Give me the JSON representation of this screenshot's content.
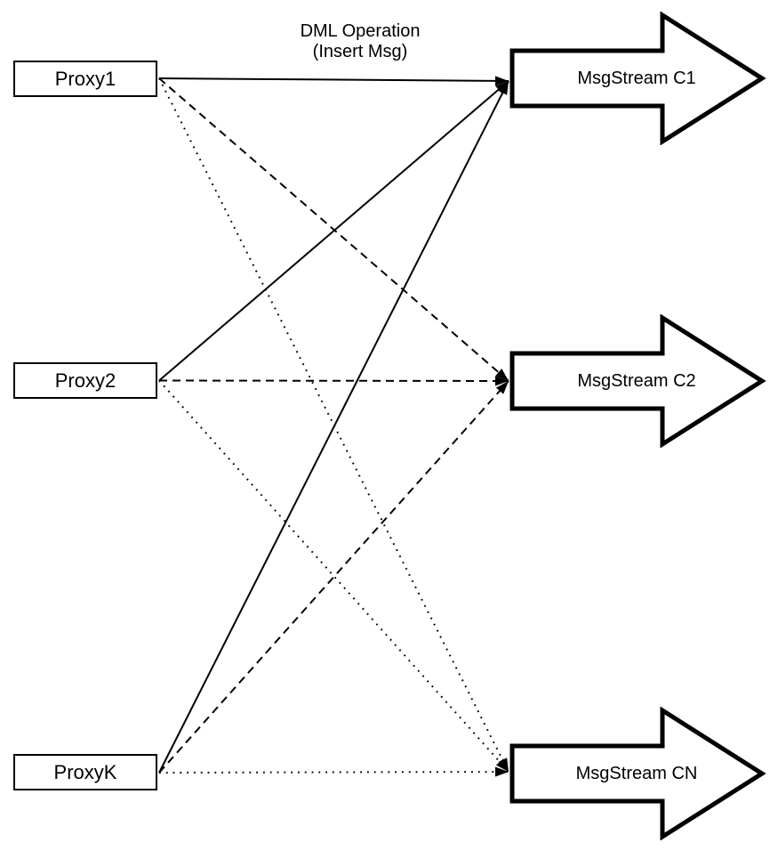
{
  "diagram": {
    "title": {
      "line1": "DML Operation",
      "line2": "(Insert Msg)"
    },
    "proxies": [
      {
        "id": "proxy1",
        "label": "Proxy1"
      },
      {
        "id": "proxy2",
        "label": "Proxy2"
      },
      {
        "id": "proxyk",
        "label": "ProxyK"
      }
    ],
    "streams": [
      {
        "id": "c1",
        "label": "MsgStream C1"
      },
      {
        "id": "c2",
        "label": "MsgStream C2"
      },
      {
        "id": "cn",
        "label": "MsgStream CN"
      }
    ],
    "edges": [
      {
        "from": "proxy1",
        "to": "c1",
        "style": "solid"
      },
      {
        "from": "proxy2",
        "to": "c1",
        "style": "solid"
      },
      {
        "from": "proxyk",
        "to": "c1",
        "style": "solid"
      },
      {
        "from": "proxy1",
        "to": "c2",
        "style": "dashed"
      },
      {
        "from": "proxy2",
        "to": "c2",
        "style": "dashed"
      },
      {
        "from": "proxyk",
        "to": "c2",
        "style": "dashed"
      },
      {
        "from": "proxy1",
        "to": "cn",
        "style": "dotted"
      },
      {
        "from": "proxy2",
        "to": "cn",
        "style": "dotted"
      },
      {
        "from": "proxyk",
        "to": "cn",
        "style": "dotted"
      }
    ],
    "colors": {
      "line": "#000000",
      "background": "#ffffff",
      "shape_fill": "#ffffff"
    }
  }
}
